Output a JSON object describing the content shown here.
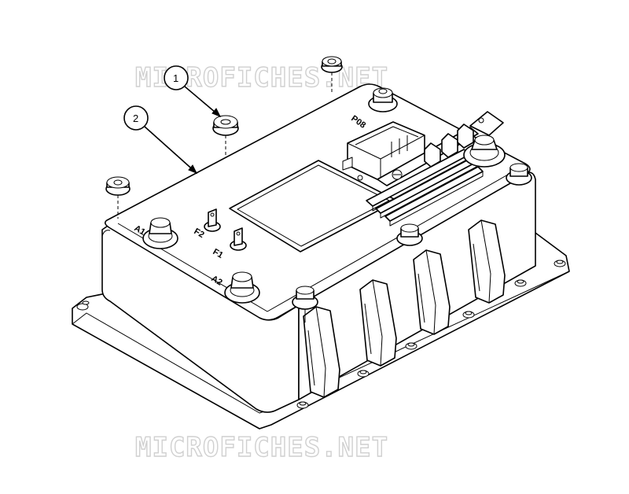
{
  "watermark": {
    "top": "MICROFICHES.NET",
    "bottom": "MICROFICHES.NET"
  },
  "callouts": [
    {
      "id": "1"
    },
    {
      "id": "2"
    }
  ],
  "labels": {
    "connector": "P08",
    "terminal_a1": "A1",
    "terminal_a2": "A2",
    "terminal_f1": "F1",
    "terminal_f2": "F2"
  }
}
